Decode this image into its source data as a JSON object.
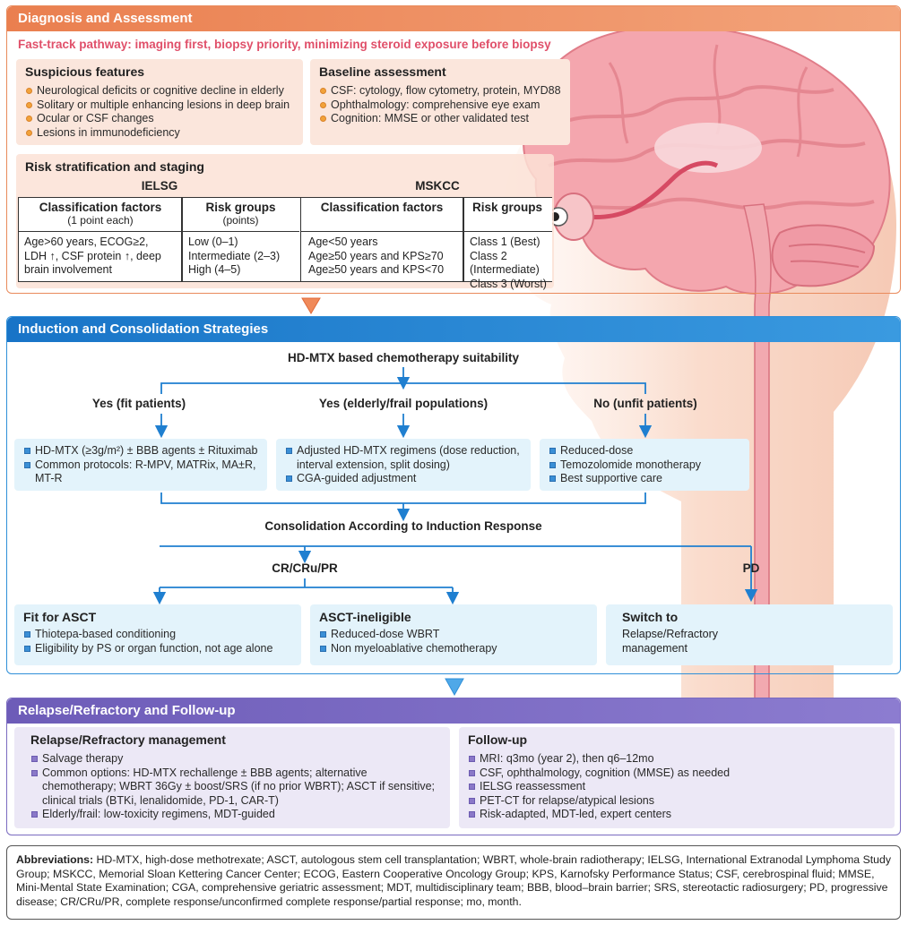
{
  "sec1": {
    "title": "Diagnosis and Assessment",
    "fast_track": "Fast-track pathway: imaging first, biopsy priority, minimizing steroid exposure before biopsy",
    "suspicious": {
      "title": "Suspicious features",
      "items": [
        "Neurological deficits or cognitive decline in elderly",
        "Solitary or multiple enhancing lesions in deep brain",
        "Ocular or CSF changes",
        "Lesions in immunodeficiency"
      ]
    },
    "baseline": {
      "title": "Baseline assessment",
      "items": [
        "CSF: cytology, flow cytometry, protein, MYD88",
        "Ophthalmology: comprehensive eye exam",
        "Cognition: MMSE or other validated test"
      ]
    },
    "risk": {
      "title": "Risk stratification and staging",
      "ielsg": {
        "caption": "IELSG",
        "col1_header": "Classification factors",
        "col1_sub": "(1 point each)",
        "col2_header": "Risk groups",
        "col2_sub": "(points)",
        "col1_lines": [
          "Age>60 years, ECOG≥2,",
          "LDH ↑, CSF protein ↑, deep",
          "brain involvement"
        ],
        "col2_lines": [
          "Low (0–1)",
          "Intermediate (2–3)",
          "High (4–5)"
        ]
      },
      "mskcc": {
        "caption": "MSKCC",
        "col1_header": "Classification factors",
        "col2_header": "Risk groups",
        "col1_lines": [
          "Age<50 years",
          "Age≥50 years and KPS≥70",
          "Age≥50 years and KPS<70"
        ],
        "col2_lines": [
          "Class 1 (Best)",
          "Class 2 (Intermediate)",
          "Class 3 (Worst)"
        ]
      }
    }
  },
  "sec2": {
    "title": "Induction and Consolidation Strategies",
    "root": "HD-MTX based chemotherapy suitability",
    "branch_fit": "Yes (fit patients)",
    "branch_elderly": "Yes (elderly/frail populations)",
    "branch_unfit": "No (unfit patients)",
    "fit_items": [
      "HD-MTX (≥3g/m²) ± BBB agents ± Rituximab",
      "Common protocols: R-MPV, MATRix, MA±R, MT-R"
    ],
    "elderly_items": [
      "Adjusted HD-MTX regimens (dose reduction, interval extension, split dosing)",
      "CGA-guided adjustment"
    ],
    "unfit_items": [
      "Reduced-dose",
      "Temozolomide monotherapy",
      "Best supportive care"
    ],
    "consolidation": "Consolidation According to Induction Response",
    "response_cr": "CR/CRu/PR",
    "response_pd": "PD",
    "asct": {
      "title": "Fit for ASCT",
      "items": [
        "Thiotepa-based conditioning",
        "Eligibility by PS or organ function, not age alone"
      ]
    },
    "ineligible": {
      "title": "ASCT-ineligible",
      "items": [
        "Reduced-dose WBRT",
        "Non myeloablative chemotherapy"
      ]
    },
    "switch": {
      "title": "Switch to",
      "lines": [
        "Relapse/Refractory",
        "management"
      ]
    }
  },
  "sec3": {
    "title": "Relapse/Refractory and Follow-up",
    "relapse": {
      "title": "Relapse/Refractory management",
      "items": [
        "Salvage therapy",
        "Common options: HD-MTX rechallenge ± BBB agents; alternative chemotherapy; WBRT 36Gy ± boost/SRS (if no prior WBRT); ASCT if sensitive; clinical trials (BTKi, lenalidomide, PD-1, CAR-T)",
        "Elderly/frail: low-toxicity regimens, MDT-guided"
      ]
    },
    "followup": {
      "title": "Follow-up",
      "items": [
        "MRI: q3mo (year 2), then q6–12mo",
        "CSF, ophthalmology, cognition (MMSE) as needed",
        "IELSG reassessment",
        "PET-CT for relapse/atypical lesions",
        "Risk-adapted, MDT-led, expert centers"
      ]
    }
  },
  "abbrev": {
    "label": "Abbreviations:",
    "text": " HD-MTX, high-dose methotrexate; ASCT, autologous stem cell transplantation; WBRT, whole-brain radiotherapy; IELSG, International Extranodal Lymphoma Study Group; MSKCC, Memorial Sloan Kettering Cancer Center; ECOG, Eastern Cooperative Oncology Group; KPS, Karnofsky Performance Status; CSF, cerebrospinal fluid; MMSE, Mini-Mental State Examination; CGA, comprehensive geriatric assessment; MDT, multidisciplinary team; BBB, blood–brain barrier; SRS, stereotactic radiosurgery; PD, progressive disease; CR/CRu/PR, complete response/unconfirmed complete response/partial response; mo, month."
  },
  "colors": {
    "orange": "#ea7f4f",
    "blue": "#1874c7",
    "purple": "#6d5cb8",
    "pink_text": "#e0506a"
  }
}
